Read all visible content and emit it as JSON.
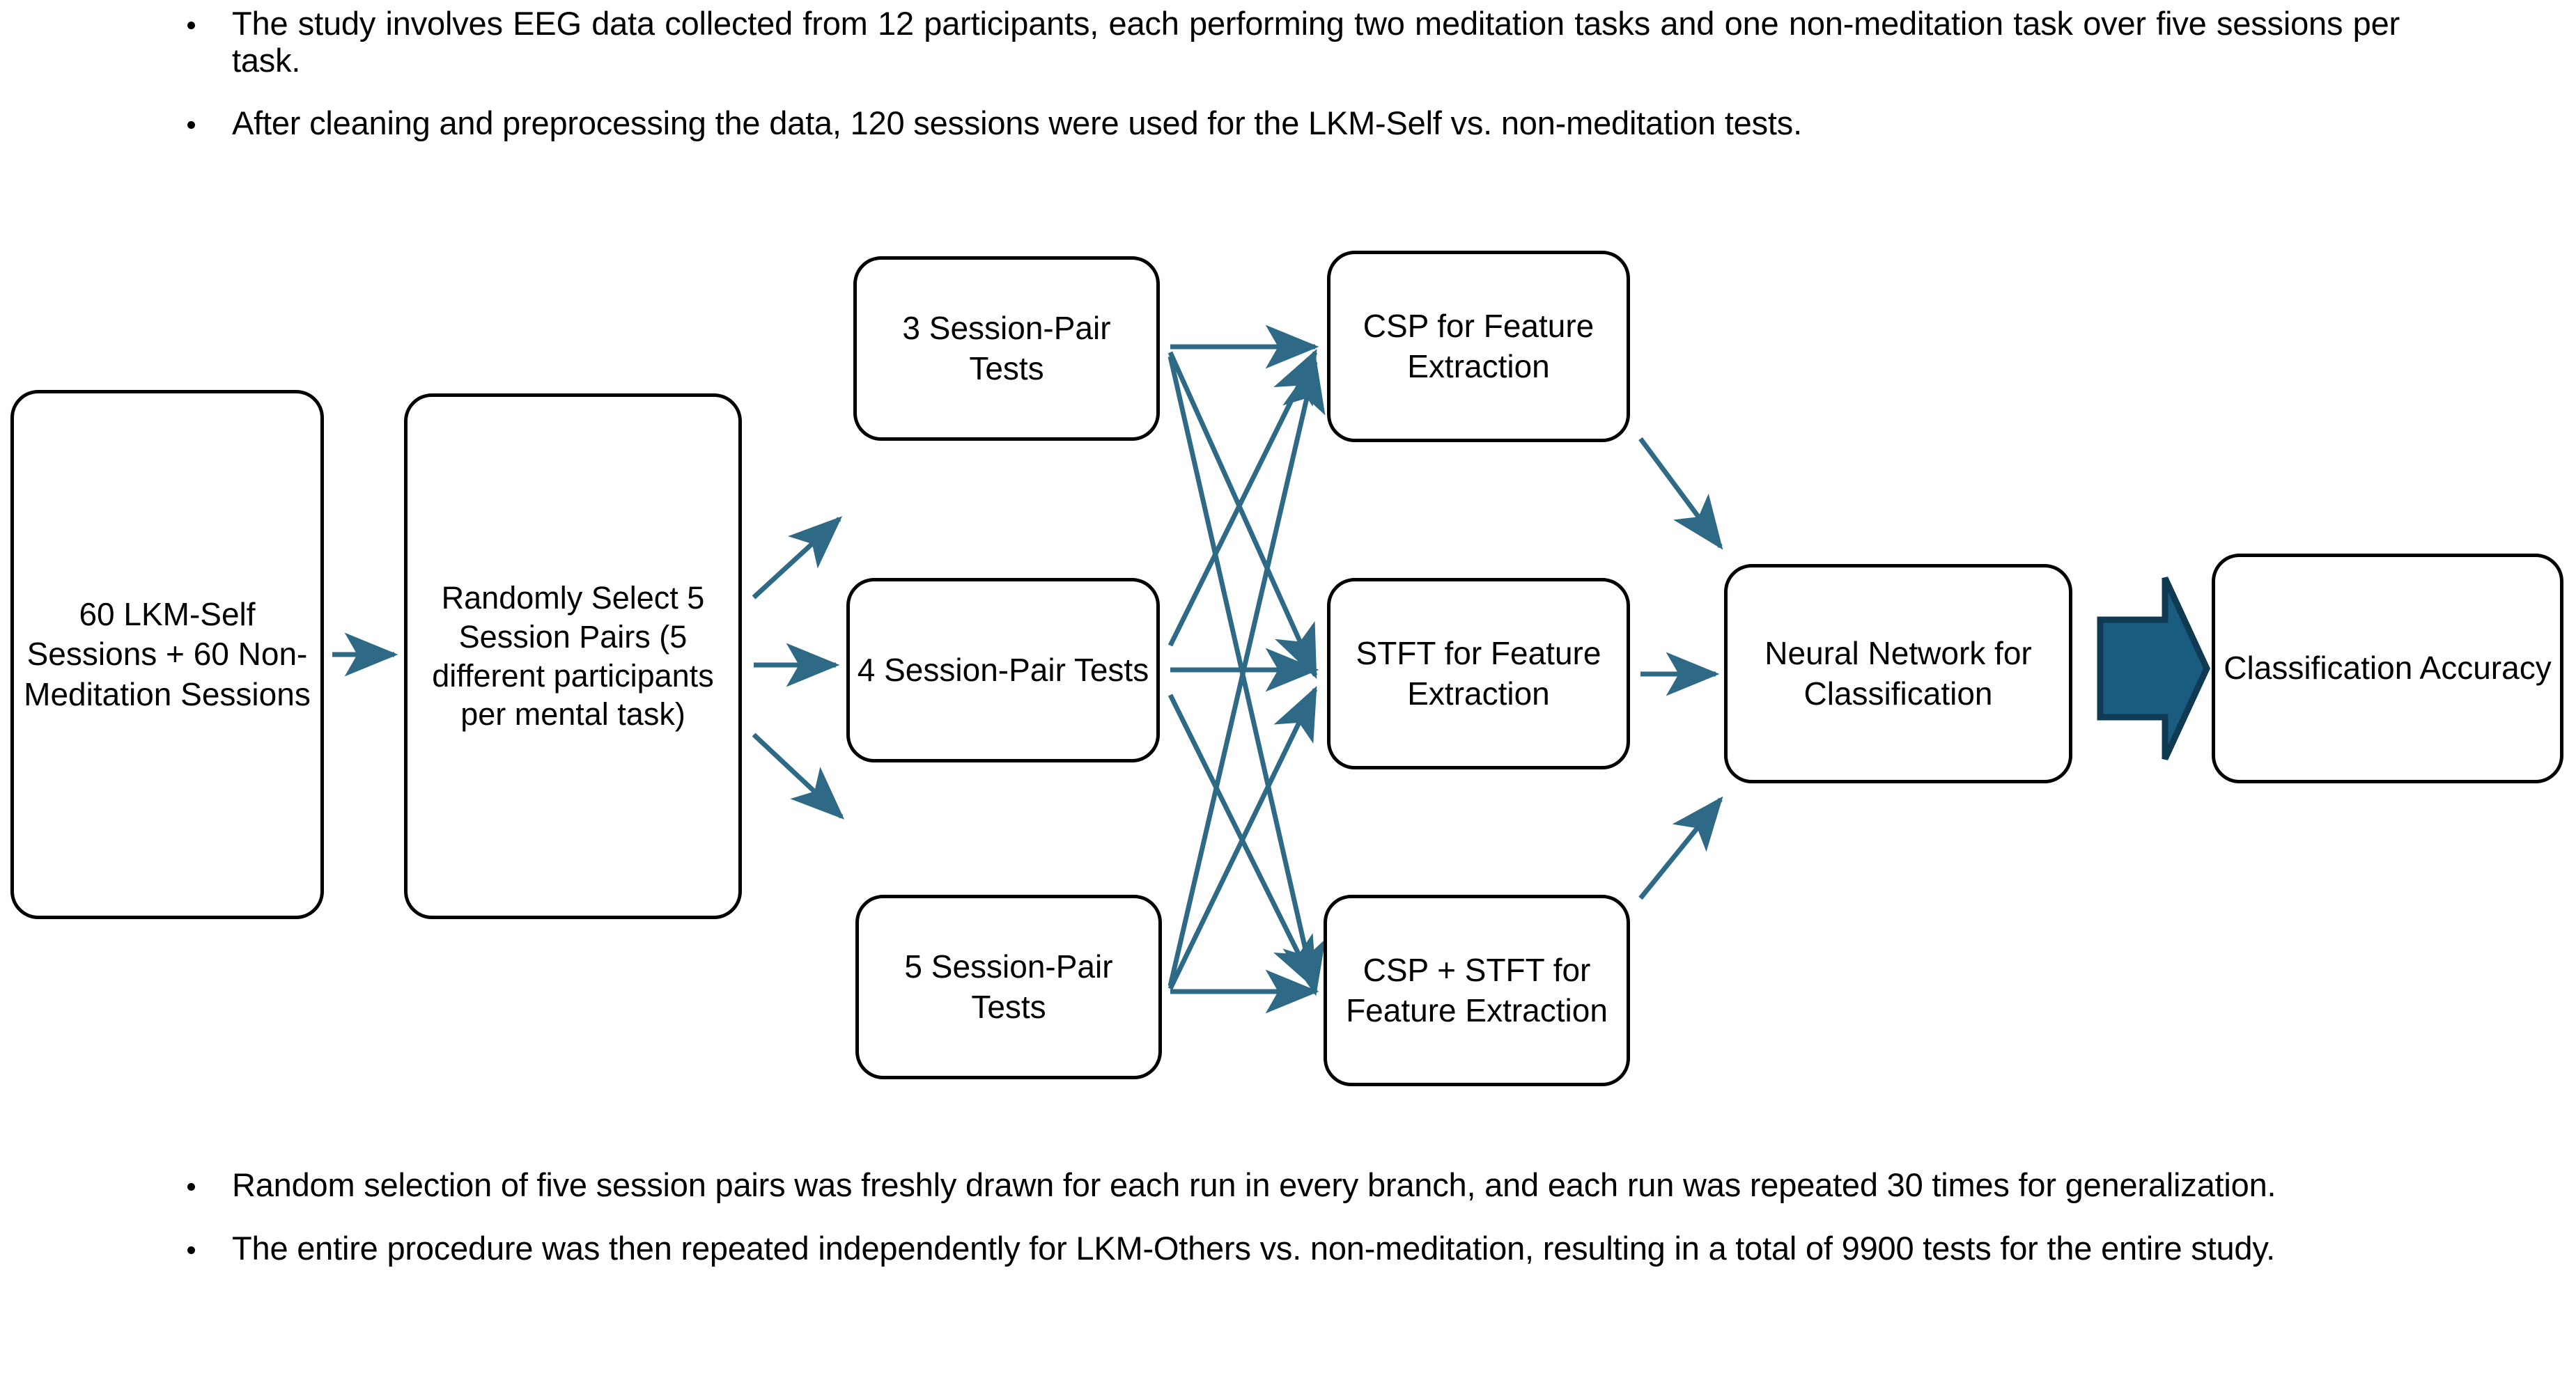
{
  "top_bullets": [
    "The study involves EEG data collected from 12 participants, each performing two meditation tasks and one non-meditation task over five sessions per task.",
    "After cleaning and preprocessing the data, 120 sessions were used for the LKM-Self vs. non-meditation tests."
  ],
  "bottom_bullets": [
    "Random selection of five session pairs was freshly drawn for each run in every branch, and each run was repeated 30 times for generalization.",
    "The entire procedure was then repeated independently for LKM-Others vs. non-meditation, resulting in a total of 9900 tests for the entire study."
  ],
  "flowchart": {
    "nodes": {
      "source": "60 LKM-Self Sessions + 60 Non-Meditation Sessions",
      "random": "Randomly Select 5 Session Pairs (5 different participants per mental task)",
      "test3": "3 Session-Pair Tests",
      "test4": "4 Session-Pair Tests",
      "test5": "5 Session-Pair Tests",
      "csp": "CSP for Feature Extraction",
      "stft": "STFT for Feature Extraction",
      "cspstft": "CSP + STFT for Feature Extraction",
      "nn": "Neural Network for Classification",
      "accuracy": "Classification Accuracy"
    },
    "edges": [
      {
        "from": "source",
        "to": "random",
        "style": "straight"
      },
      {
        "from": "random",
        "to": "test3",
        "style": "diagonal-up"
      },
      {
        "from": "random",
        "to": "test4",
        "style": "straight"
      },
      {
        "from": "random",
        "to": "test5",
        "style": "diagonal-down"
      },
      {
        "from": "test3",
        "to": "csp",
        "style": "straight"
      },
      {
        "from": "test3",
        "to": "stft",
        "style": "diagonal-down"
      },
      {
        "from": "test3",
        "to": "cspstft",
        "style": "diagonal-down"
      },
      {
        "from": "test4",
        "to": "csp",
        "style": "diagonal-up"
      },
      {
        "from": "test4",
        "to": "stft",
        "style": "straight"
      },
      {
        "from": "test4",
        "to": "cspstft",
        "style": "diagonal-down"
      },
      {
        "from": "test5",
        "to": "csp",
        "style": "diagonal-up"
      },
      {
        "from": "test5",
        "to": "stft",
        "style": "diagonal-up"
      },
      {
        "from": "test5",
        "to": "cspstft",
        "style": "straight"
      },
      {
        "from": "csp",
        "to": "nn",
        "style": "diagonal-down"
      },
      {
        "from": "stft",
        "to": "nn",
        "style": "straight"
      },
      {
        "from": "cspstft",
        "to": "nn",
        "style": "diagonal-up"
      },
      {
        "from": "nn",
        "to": "accuracy",
        "style": "block-arrow"
      }
    ]
  },
  "colors": {
    "arrow_line": "#2E6A86",
    "block_arrow_fill": "#1A5B80",
    "block_arrow_stroke": "#0F3A52",
    "node_border": "#000000",
    "node_fill": "#FFFFFF",
    "text": "#000000",
    "background": "#FFFFFF"
  }
}
